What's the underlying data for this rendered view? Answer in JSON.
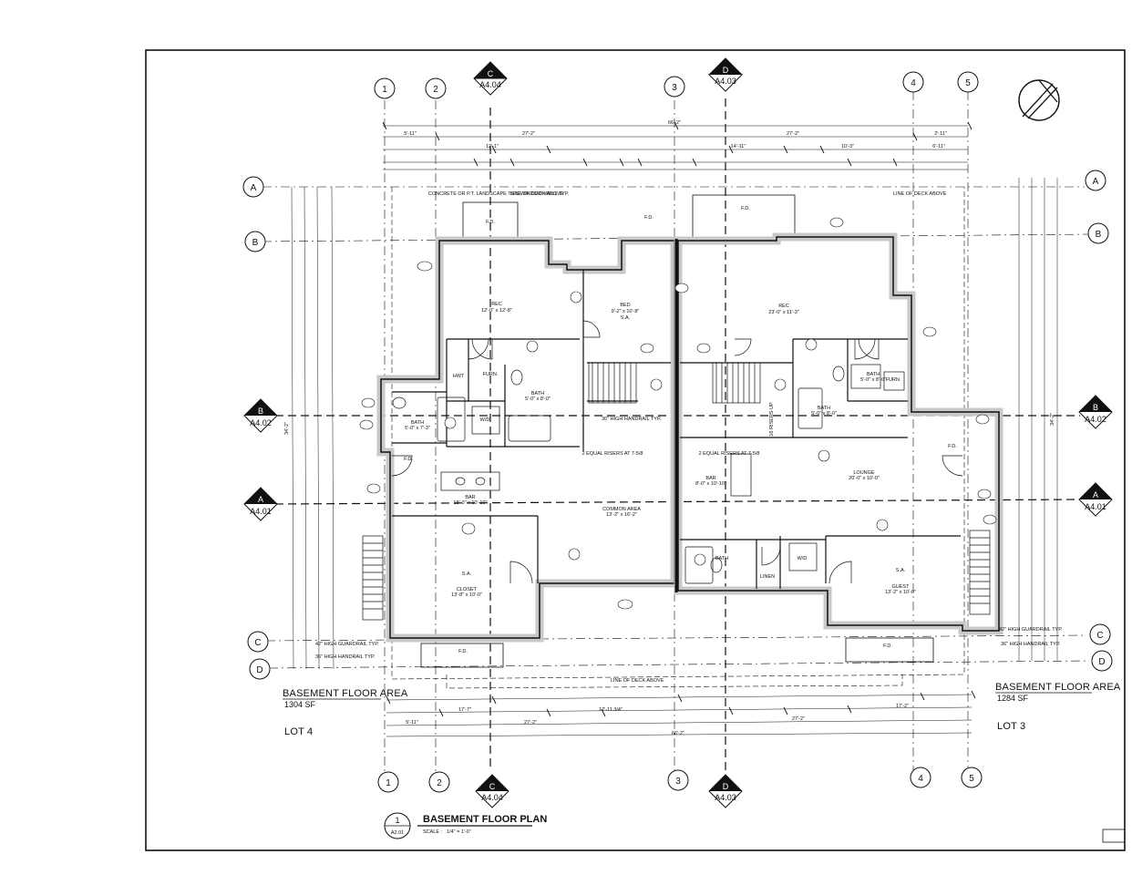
{
  "grid_columns": [
    "1",
    "2",
    "3",
    "4",
    "5"
  ],
  "grid_rows": [
    "A",
    "B",
    "C",
    "D"
  ],
  "section_cuts": {
    "c": {
      "letter": "C",
      "ref": "A4.04"
    },
    "d": {
      "letter": "D",
      "ref": "A4.03"
    },
    "b": {
      "letter": "B",
      "ref": "A4.02"
    },
    "a": {
      "letter": "A",
      "ref": "A4.01"
    }
  },
  "left_unit": {
    "area_label": "BASEMENT FLOOR AREA",
    "area_value": "1304 SF",
    "lot": "LOT 4",
    "rooms": {
      "rec": {
        "name": "REC",
        "size": "12'-0\" x 12'-8\""
      },
      "bed": {
        "name": "BED",
        "size": "9'-2\" x 10'-8\""
      },
      "bath": {
        "name": "BATH",
        "size": "5'-0\" x 8'-0\""
      },
      "bath2": {
        "name": "BATH",
        "size": "5'-0\" x 7'-3\""
      },
      "bar": {
        "name": "BAR",
        "size": "18'-0\" x 10'-10\""
      },
      "closet": {
        "name": "CLOSET",
        "size": "13'-8\" x 10'-0\""
      },
      "furn": "FURN.",
      "hwt": "HWT",
      "wd": "W/D"
    }
  },
  "right_unit": {
    "area_label": "BASEMENT FLOOR AREA",
    "area_value": "1284 SF",
    "lot": "LOT 3",
    "rooms": {
      "rec": {
        "name": "REC",
        "size": "23'-0\" x 11'-3\""
      },
      "bath": {
        "name": "BATH",
        "size": "5'-0\" x 8'-0\""
      },
      "bath2": {
        "name": "BATH",
        "size": "5'-0\" x 8'-0\""
      },
      "lounge": {
        "name": "LOUNGE",
        "size": "20'-0\" x 10'-0\""
      },
      "bar": {
        "name": "BAR",
        "size": "8'-0\" x 10'-10\""
      },
      "guest": {
        "name": "GUEST",
        "size": "13'-2\" x 10'-0\""
      },
      "furn": "FURN.",
      "linen": "LINEN",
      "wd": "W/D"
    }
  },
  "common_area": {
    "name": "COMMON AREA",
    "size": "13'-2\" x 16'-2\""
  },
  "notes": {
    "deck_above": "LINE OF DECK ABOVE",
    "concrete": "CONCRETE OR P.T. LANDSCAPE TIES WINDOW WELL TYP.",
    "stair_left": "2 EQUAL RISERS AT 7-5/8",
    "stair_right": "2 EQUAL RISERS AT 7-5/8",
    "risers_up": "16 RISERS UP",
    "handrail_36": "36\" HIGH HANDRAIL TYP.",
    "guardrail_42": "42\" HIGH GUARDRAIL TYP.",
    "sa": "S.A.",
    "fd": "F.D."
  },
  "dims": {
    "overall": "66'-2\"",
    "top_left": "27'-2\"",
    "top_right": "27'-2\"",
    "top_a": "5'-11\"",
    "top_b": "2'-11\"",
    "top_c": "14'-11\"",
    "top_d": "10'-3\"",
    "top_e": "6'-11\"",
    "top_f": "12'-1\"",
    "bot_left": "27'-2\"",
    "bot_right": "27'-2\"",
    "bot_overall": "66'-2\"",
    "bot_a": "17'-7\"",
    "bot_b": "12'-11 3/4\"",
    "bot_c": "17'-2\"",
    "bot_d": "5'-11\"",
    "left_a": "34'-2\"",
    "right_a": "34'-2\""
  },
  "title": {
    "number": "1",
    "sheet": "A2.01",
    "name": "BASEMENT FLOOR PLAN",
    "scale_label": "SCALE :",
    "scale": "1/4\" = 1'-0\""
  }
}
